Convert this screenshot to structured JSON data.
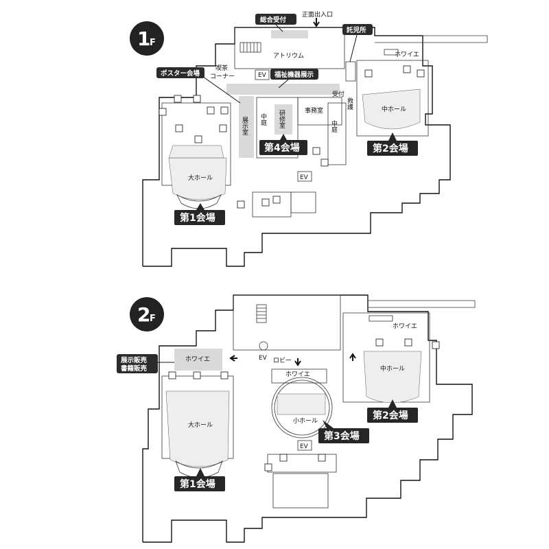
{
  "floors": [
    {
      "floor_label": "1",
      "floor_suffix": "F",
      "callouts": {
        "reception": "総合受付",
        "main_entrance": "正面出入口",
        "nursery": "託児所",
        "poster": "ポスター会場",
        "welfare": "福祉機器展示"
      },
      "rooms": {
        "atrium": "アトリウム",
        "foyer": "ホワイエ",
        "cafe_1": "喫茶",
        "cafe_2": "コーナー",
        "ev": "EV",
        "ev2": "EV",
        "exhibition": "展示室",
        "courtyard_left": "中庭",
        "training": "研修室",
        "office": "事務室",
        "courtyard_right": "中庭",
        "reception_small": "受付",
        "transfer": "救護",
        "big_hall": "大ホール",
        "mid_hall": "中ホール"
      },
      "venues": {
        "v1": "第1会場",
        "v2": "第2会場",
        "v4": "第4会場"
      }
    },
    {
      "floor_label": "2",
      "floor_suffix": "F",
      "callouts": {
        "exhibit_sales_1": "展示販売",
        "exhibit_sales_2": "書籍販売"
      },
      "rooms": {
        "foyer_left": "ホワイエ",
        "foyer_right": "ホワイエ",
        "foyer_center": "ホワイエ",
        "lobby": "ロビー",
        "ev": "EV",
        "ev2": "EV",
        "big_hall": "大ホール",
        "mid_hall": "中ホール",
        "small_hall": "小ホール"
      },
      "venues": {
        "v1": "第1会場",
        "v2": "第2会場",
        "v3": "第3会場"
      }
    }
  ],
  "icons": [
    "toilet-icon",
    "wheelchair-icon",
    "elevator-icon",
    "arrow-down-icon",
    "arrow-up-icon",
    "arrow-left-icon"
  ]
}
